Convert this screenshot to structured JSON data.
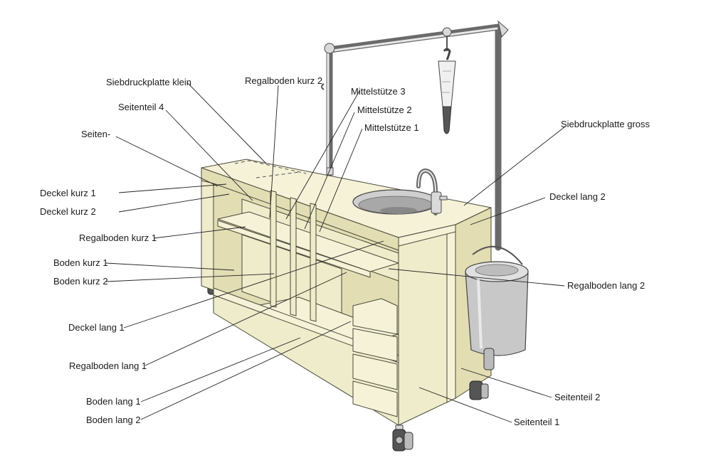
{
  "labels": {
    "siebdruckplatte_klein": "Siebdruckplatte klein",
    "regalboden_kurz_2": "Regalboden kurz 2",
    "mittelstuetze_3": "Mittelstütze 3",
    "mittelstuetze_2": "Mittelstütze 2",
    "mittelstuetze_1": "Mittelstütze 1",
    "seitenteil_4": "Seitenteil 4",
    "seiten": "Seiten-",
    "siebdruckplatte_gross": "Siebdruckplatte gross",
    "deckel_kurz_1": "Deckel kurz 1",
    "deckel_kurz_2": "Deckel kurz 2",
    "deckel_lang_2": "Deckel lang 2",
    "regalboden_kurz_1": "Regalboden kurz 1",
    "boden_kurz_1": "Boden kurz 1",
    "boden_kurz_2": "Boden kurz 2",
    "regalboden_lang_2": "Regalboden lang 2",
    "deckel_lang_1": "Deckel lang 1",
    "regalboden_lang_1": "Regalboden lang 1",
    "boden_lang_1": "Boden lang 1",
    "boden_lang_2": "Boden lang 2",
    "seitenteil_2": "Seitenteil 2",
    "seitenteil_1": "Seitenteil 1"
  },
  "colors": {
    "wood": "#efeccb",
    "metal": "#d9d9d9",
    "leader": "#222222"
  },
  "icons": [
    "sink-bowl",
    "faucet",
    "hose-nozzle",
    "bucket",
    "castor-wheel"
  ]
}
